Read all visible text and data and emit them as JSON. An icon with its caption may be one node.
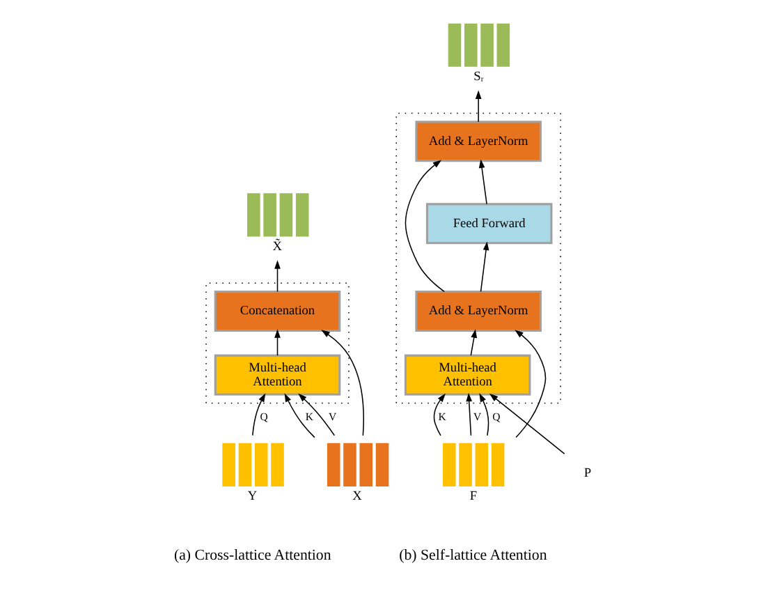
{
  "diagram": {
    "nodes": [
      {
        "text": [],
        "shape": "box"
      },
      {
        "text": [
          "Concatenation"
        ],
        "in": 0
      },
      {
        "text": [
          "Multi-head Attention"
        ],
        "in": 0
      },
      {
        "text": [
          "X̃"
        ]
      },
      {
        "text": [
          "Y"
        ]
      },
      {
        "text": [
          "X"
        ]
      },
      {
        "text": [],
        "shape": "box"
      },
      {
        "text": [
          "Add & LayerNorm"
        ],
        "in": 6
      },
      {
        "text": [
          "Feed Forward"
        ],
        "in": 6
      },
      {
        "text": [
          "Add & LayerNorm"
        ],
        "in": 6
      },
      {
        "text": [
          "Multi-head Attention"
        ],
        "in": 6
      },
      {
        "text": [
          "Sᵣ"
        ]
      },
      {
        "text": [
          "F"
        ]
      },
      {
        "text": [
          "P"
        ]
      }
    ],
    "edges": [
      {
        "from": 4,
        "to": 2,
        "arrow": "to",
        "label": "Q"
      },
      {
        "from": 5,
        "to": 2,
        "arrow": "to",
        "label": "K"
      },
      {
        "from": 5,
        "to": 2,
        "arrow": "to",
        "label": "V"
      },
      {
        "from": 5,
        "to": 1,
        "arrow": "to"
      },
      {
        "from": 2,
        "to": 1,
        "arrow": "to"
      },
      {
        "from": 1,
        "to": 3,
        "arrow": "to"
      },
      {
        "from": 13,
        "to": 10,
        "arrow": "to"
      },
      {
        "from": 12,
        "to": 10,
        "arrow": "to",
        "label": "Q"
      },
      {
        "from": 12,
        "to": 10,
        "arrow": "to",
        "label": "K"
      },
      {
        "from": 12,
        "to": 10,
        "arrow": "to",
        "label": "V"
      },
      {
        "from": 12,
        "to": 9,
        "arrow": "to"
      },
      {
        "from": 10,
        "to": 9,
        "arrow": "to"
      },
      {
        "from": 9,
        "to": 8,
        "arrow": "to"
      },
      {
        "from": 8,
        "to": 7,
        "arrow": "to"
      },
      {
        "from": 9,
        "to": 7,
        "arrow": "to"
      },
      {
        "from": 7,
        "to": 11,
        "arrow": "to"
      }
    ],
    "labels": [
      "(a) Cross-lattice Attention",
      "(b) Self-lattice Attention"
    ]
  }
}
